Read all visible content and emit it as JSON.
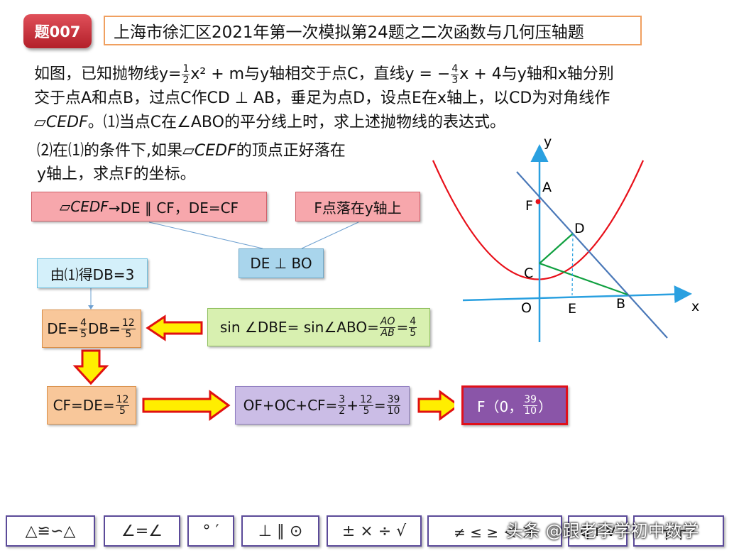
{
  "header": {
    "badge": "题007",
    "title": "上海市徐汇区2021年第一次模拟第24题之二次函数与几何压轴题"
  },
  "problem": {
    "seg1": "如图，已知抛物线y=",
    "frac_half": {
      "num": "1",
      "den": "2"
    },
    "seg2": "x² + m与y轴相交于点C，直线y = −",
    "frac_slope": {
      "num": "4",
      "den": "3"
    },
    "seg3": "x + 4与y轴和x轴分别",
    "line2": "交于点A和点B，过点C作CD ⊥ AB，垂足为点D，设点E在x轴上，以CD为对角线作",
    "para_name": "▱CEDF",
    "line3": "。⑴当点C在∠ABO的平分线上时，求上述抛物线的表达式。",
    "part2_a": "⑵在⑴的条件下,如果",
    "part2_para": "▱CEDF",
    "part2_b": "的顶点正好落在",
    "part2_c": "y轴上，求点F的坐标。"
  },
  "boxes": {
    "para_prop_name": "▱CEDF",
    "para_prop_rest": " →DE ∥ CF，DE=CF",
    "f_on_y": "F点落在y轴上",
    "de_perp": "DE ⊥ BO",
    "db3": "由⑴得DB=3",
    "de_eq": {
      "pre": "DE=",
      "f1n": "4",
      "f1d": "5",
      "mid": "DB=",
      "f2n": "12",
      "f2d": "5"
    },
    "sin_eq": {
      "pre": "sin ∠DBE= sin∠ABO=",
      "f1n": "AO",
      "f1d": "AB",
      "mid": "=",
      "f2n": "4",
      "f2d": "5"
    },
    "cf_eq": {
      "pre": "CF=DE=",
      "fn": "12",
      "fd": "5"
    },
    "of_eq": {
      "pre": "OF+OC+CF=",
      "f1n": "3",
      "f1d": "2",
      "p1": "+",
      "f2n": "12",
      "f2d": "5",
      "p2": "=",
      "f3n": "39",
      "f3d": "10"
    },
    "final": {
      "pre": "F（0，",
      "fn": "39",
      "fd": "10",
      "post": "）"
    }
  },
  "figure": {
    "labels": {
      "y": "y",
      "x": "x",
      "A": "A",
      "F": "F",
      "D": "D",
      "C": "C",
      "O": "O",
      "E": "E",
      "B": "B"
    },
    "colors": {
      "parabola": "#e8101a",
      "axes": "#2aa0e0",
      "line_ab": "#4a78b8",
      "green": "#10a040",
      "point_f": "#e8101a"
    }
  },
  "toolbar": {
    "items": [
      "△≌∽△",
      "∠=∠",
      "°  ′",
      "⊥ ∥ ⊙",
      "±  ×  ÷ √",
      "≠ ≤ ≥ ＜ ＞",
      "q r v",
      "┐ ┌ ·"
    ]
  },
  "watermark": "头条 @跟老李学初中数学",
  "colors": {
    "arrow_fill": "#ffee00",
    "arrow_stroke": "#e01010"
  }
}
